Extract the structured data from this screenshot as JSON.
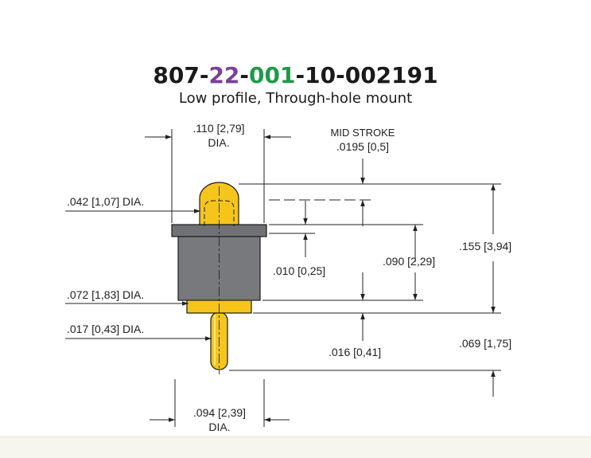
{
  "part_number": {
    "segments": [
      {
        "text": "807-",
        "color": "#1a1a1a"
      },
      {
        "text": "22",
        "color": "#7d3f98"
      },
      {
        "text": "-",
        "color": "#1a1a1a"
      },
      {
        "text": "001",
        "color": "#1f9a48"
      },
      {
        "text": "-10-002191",
        "color": "#1a1a1a"
      }
    ]
  },
  "subtitle": "Low profile, Through-hole mount",
  "dimensions": {
    "head_dia": ".110 [2,79]",
    "head_dia_suffix": "DIA.",
    "mid_stroke_label": "MID STROKE",
    "mid_stroke_value": ".0195 [0,5]",
    "plunger_dia": ".042 [1,07] DIA.",
    "collar_dia": ".072 [1,83] DIA.",
    "tail_dia": ".017 [0,43] DIA.",
    "flange_thickness": ".010 [0,25]",
    "body_height": ".090 [2,29]",
    "overall_height": ".155 [3,94]",
    "collar_height": ".016 [0,41]",
    "tail_length": ".069 [1,75]",
    "tail_pad_dia": ".094 [2,39]",
    "tail_pad_dia_suffix": "DIA."
  },
  "colors": {
    "gold": "#f5c51c",
    "gold_dark": "#d9a60e",
    "body_gray": "#77797c",
    "body_gray_dark": "#5f6164",
    "dim_line": "#222222"
  }
}
